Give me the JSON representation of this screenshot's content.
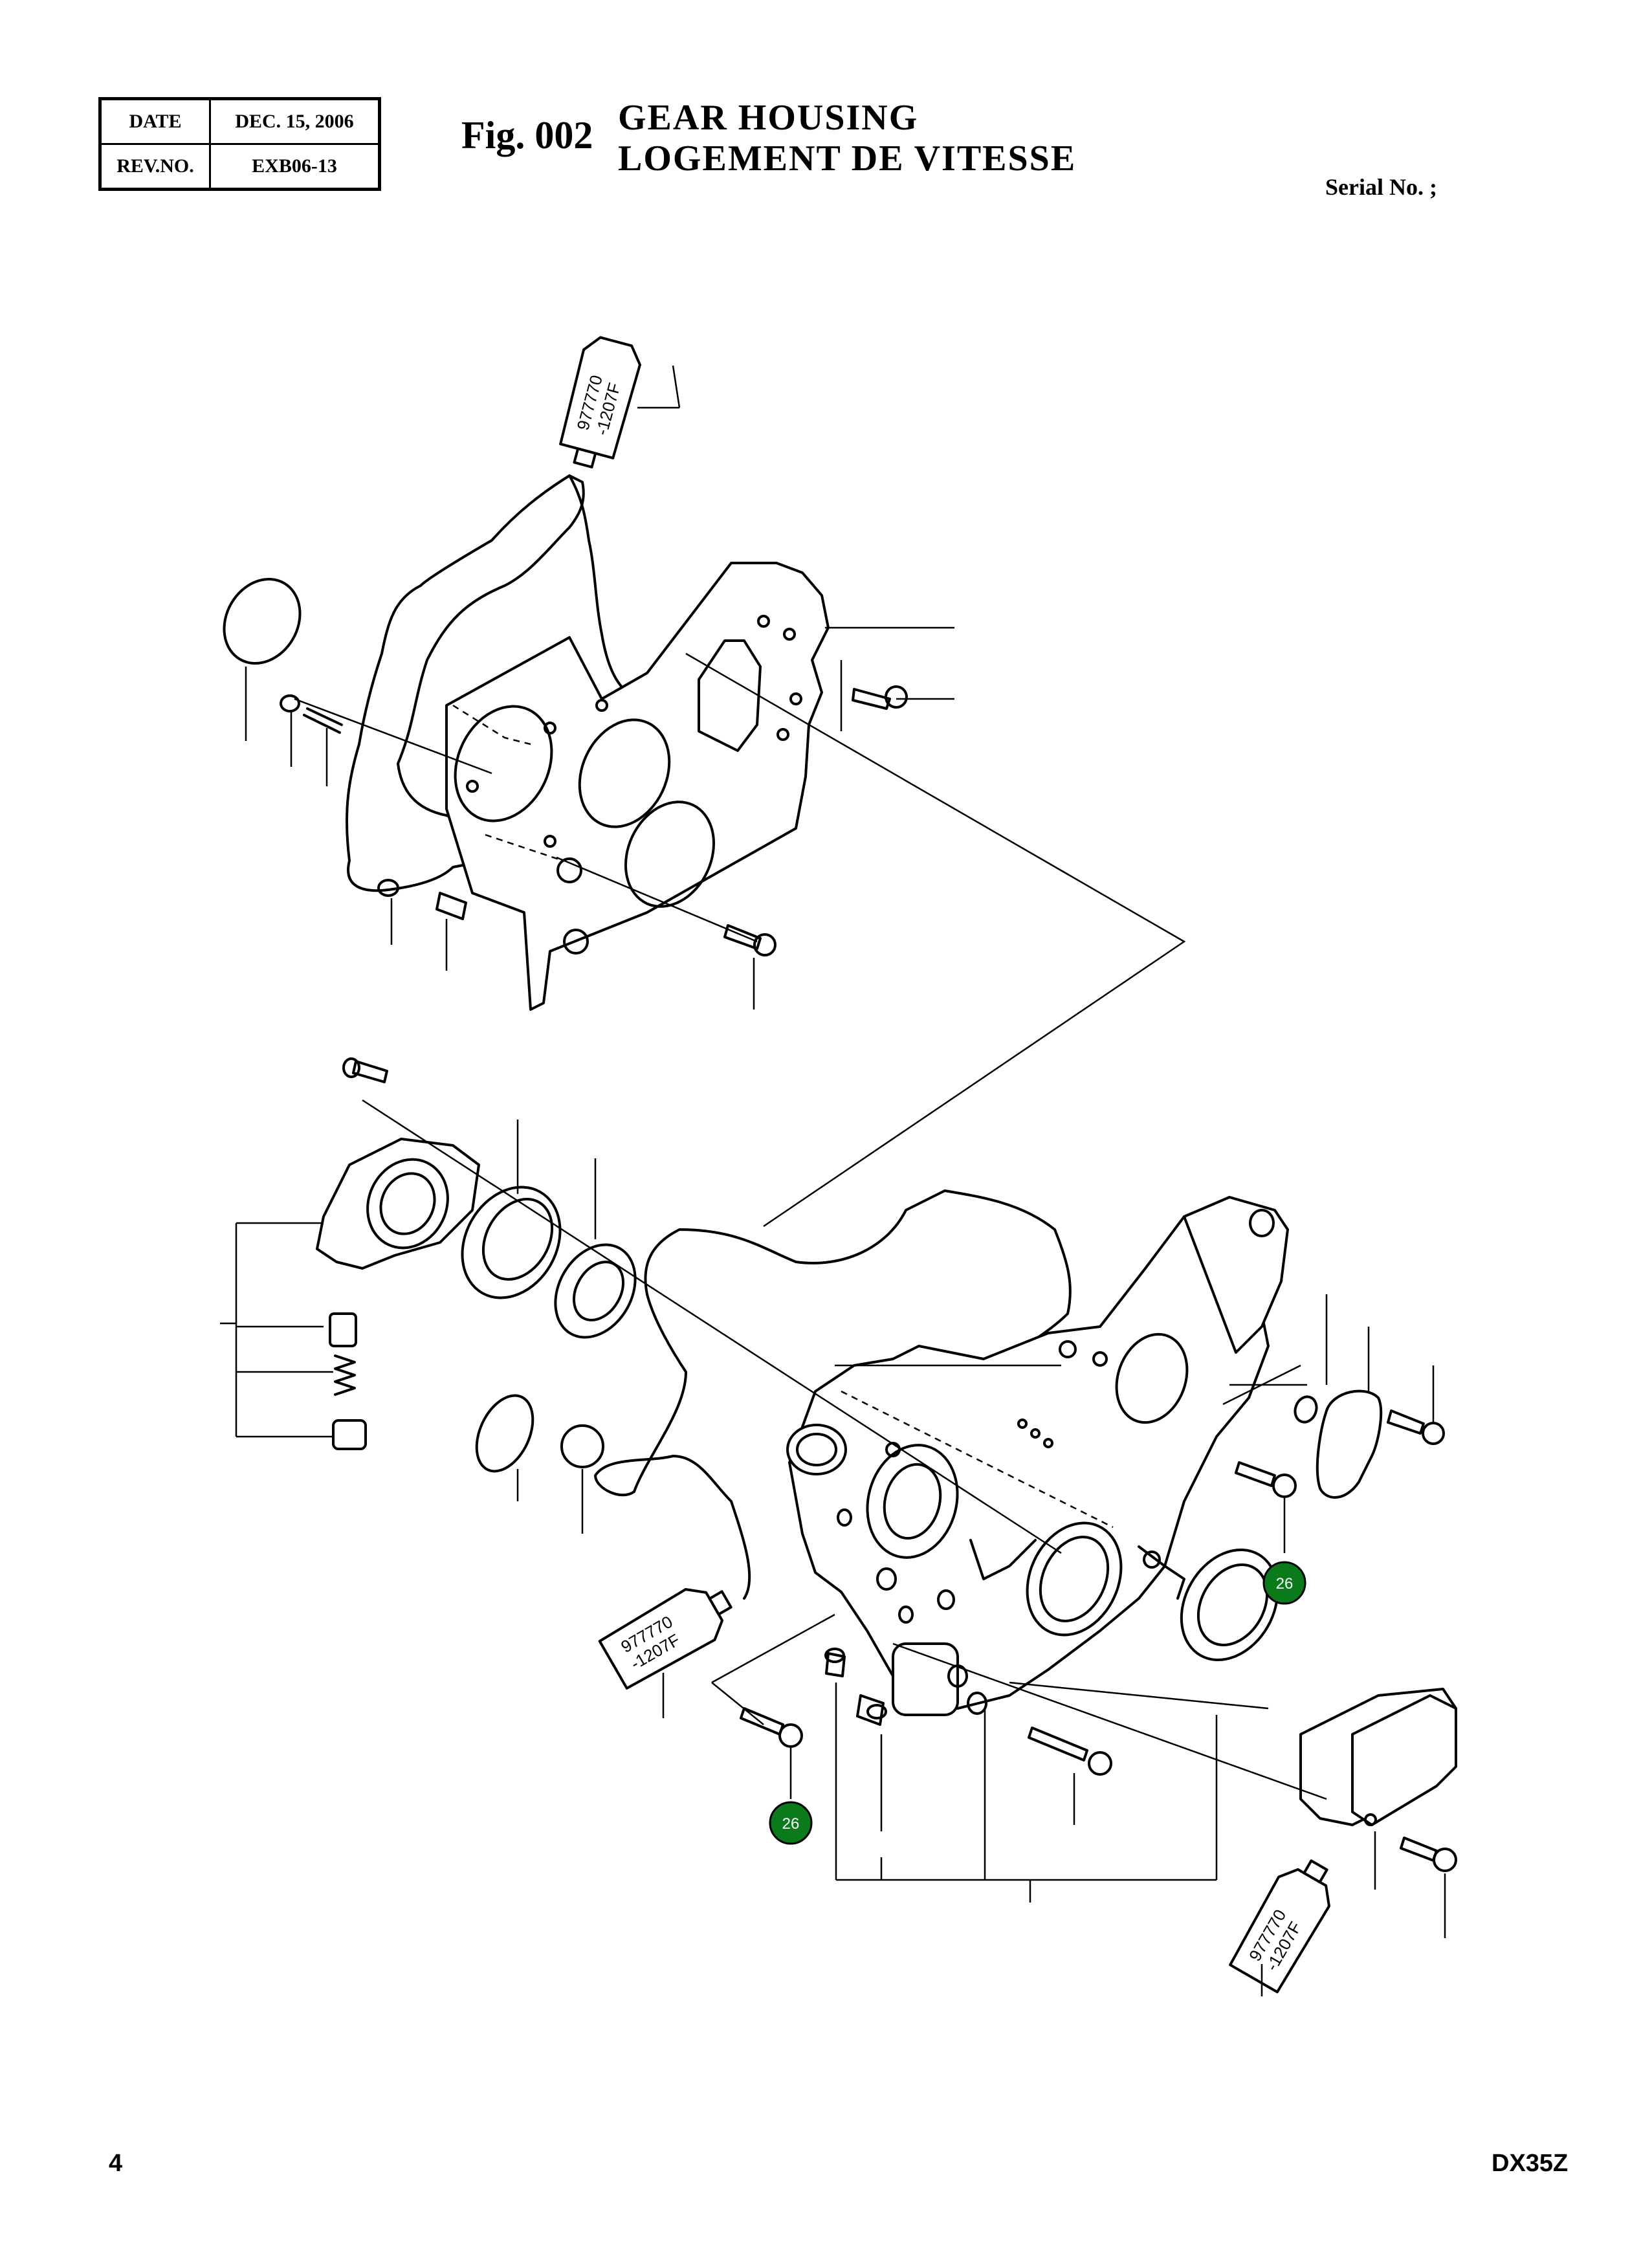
{
  "header": {
    "date_label": "DATE",
    "date_value": "DEC. 15, 2006",
    "rev_label": "REV.NO.",
    "rev_value": "EXB06-13",
    "fig_label": "Fig. 002",
    "title_en": "GEAR  HOUSING",
    "title_fr": "LOGEMENT  DE  VITESSE",
    "serial_label": "Serial No. ;"
  },
  "sealant_tube": {
    "text_line1": "977770",
    "text_line2": "-1207F"
  },
  "badges": [
    {
      "label": "26",
      "color": "#0b7a1a"
    },
    {
      "label": "26",
      "color": "#0b7a1a"
    }
  ],
  "footer": {
    "page_number": "4",
    "model": "DX35Z"
  }
}
